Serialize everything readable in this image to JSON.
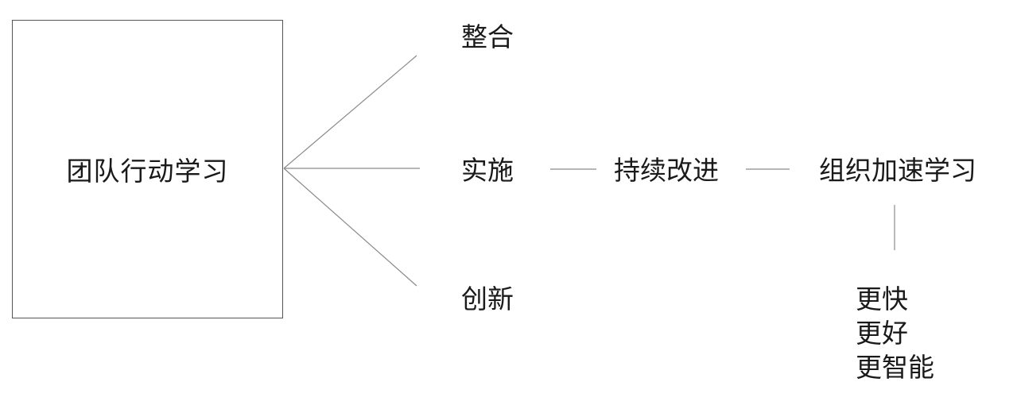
{
  "diagram": {
    "source_node": "团队行动学习",
    "branches": [
      "整合",
      "实施",
      "创新"
    ],
    "chain": [
      "持续改进",
      "组织加速学习"
    ],
    "outcomes": [
      "更快",
      "更好",
      "更智能"
    ]
  }
}
